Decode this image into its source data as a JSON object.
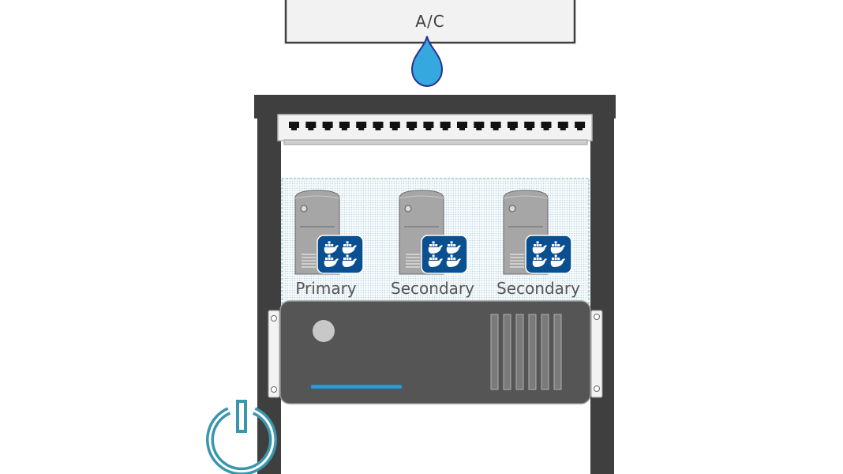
{
  "ac_unit": {
    "label": "A/C"
  },
  "cluster": {
    "nodes": [
      {
        "label": "Primary"
      },
      {
        "label": "Secondary"
      },
      {
        "label": "Secondary"
      }
    ]
  },
  "colors": {
    "rack_frame": "#3f3f3f",
    "water_drop": "#35a8e0",
    "water_drop_outline": "#2b2f8f",
    "cluster_border": "#7fb6c8",
    "docker_badge": "#0a4f8f",
    "server_tower": "#a6a6a6",
    "chassis": "#555555",
    "led_bar": "#2e9bd6",
    "power_icon": "#3a96ad"
  },
  "icons": [
    "water-drop-icon",
    "patch-panel-icon",
    "server-tower-icon",
    "docker-icon",
    "power-icon"
  ]
}
